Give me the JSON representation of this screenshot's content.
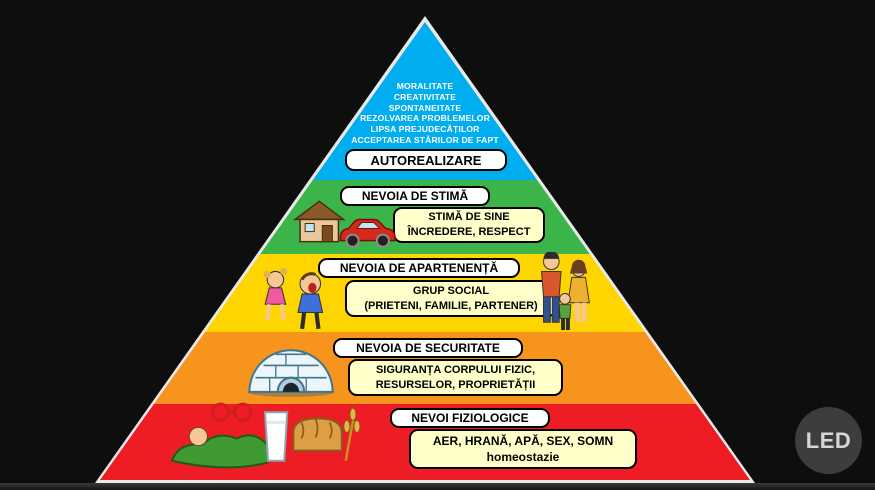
{
  "watermark": {
    "text": "LED"
  },
  "pyramid": {
    "levels": [
      {
        "name": "autorealizare",
        "band_color": "#00AEEF",
        "traits": [
          "MORALITATE",
          "CREATIVITATE",
          "SPONTANEITATE",
          "REZOLVAREA PROBLEMELOR",
          "LIPSA PREJUDECĂȚILOR",
          "ACCEPTAREA STĂRILOR DE FAPT"
        ],
        "title": "AUTOREALIZARE"
      },
      {
        "name": "nevoia-de-stima",
        "band_color": "#3BB54A",
        "title": "NEVOIA DE STIMĂ",
        "details": [
          "STIMĂ DE SINE",
          "ÎNCREDERE, RESPECT"
        ],
        "icon": "house-and-car-icon"
      },
      {
        "name": "nevoia-de-apartenenta",
        "band_color": "#FFD500",
        "title": "NEVOIA DE APARTENENȚĂ",
        "details": [
          "GRUP SOCIAL",
          "(PRIETENI, FAMILIE, PARTENER)"
        ],
        "icons": [
          "children-playing-icon",
          "family-icon"
        ]
      },
      {
        "name": "nevoia-de-securitate",
        "band_color": "#F7941E",
        "title": "NEVOIA DE SECURITATE",
        "details": [
          "SIGURANȚA CORPULUI FIZIC,",
          "RESURSELOR, PROPRIETĂȚII"
        ],
        "icon": "igloo-icon"
      },
      {
        "name": "nevoi-fiziologice",
        "band_color": "#EE1C25",
        "title": "NEVOI FIZIOLOGICE",
        "details": [
          "AER, HRANĂ, APĂ, SEX, SOMN",
          "homeostazie"
        ],
        "icon": "food-and-rest-icon"
      }
    ]
  }
}
